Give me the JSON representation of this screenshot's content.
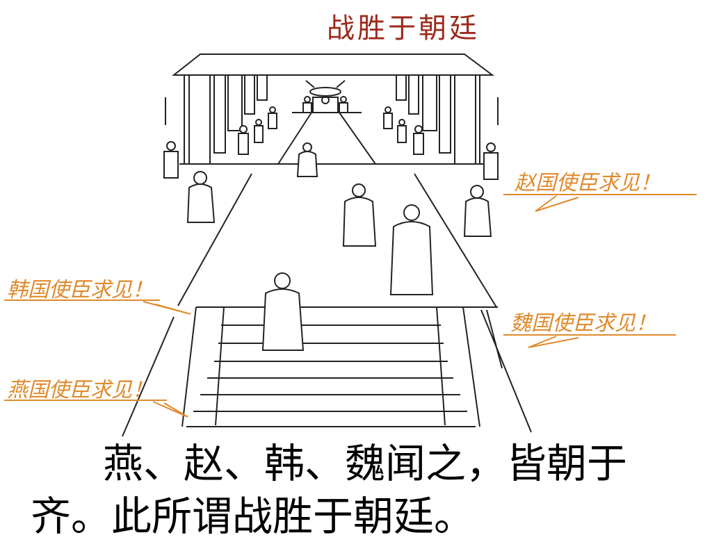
{
  "title": "战胜于朝廷",
  "callouts": {
    "zhao": "赵国使臣求见！",
    "han": "韩国使臣求见！",
    "wei": "魏国使臣求见！",
    "yan": "燕国使臣求见！"
  },
  "caption": {
    "line1": "燕、赵、韩、魏闻之，皆朝于",
    "line2": "齐。此所谓战胜于朝廷。"
  },
  "colors": {
    "title": "#9b2a1c",
    "callout": "#e08a2c",
    "line": "#222222"
  }
}
